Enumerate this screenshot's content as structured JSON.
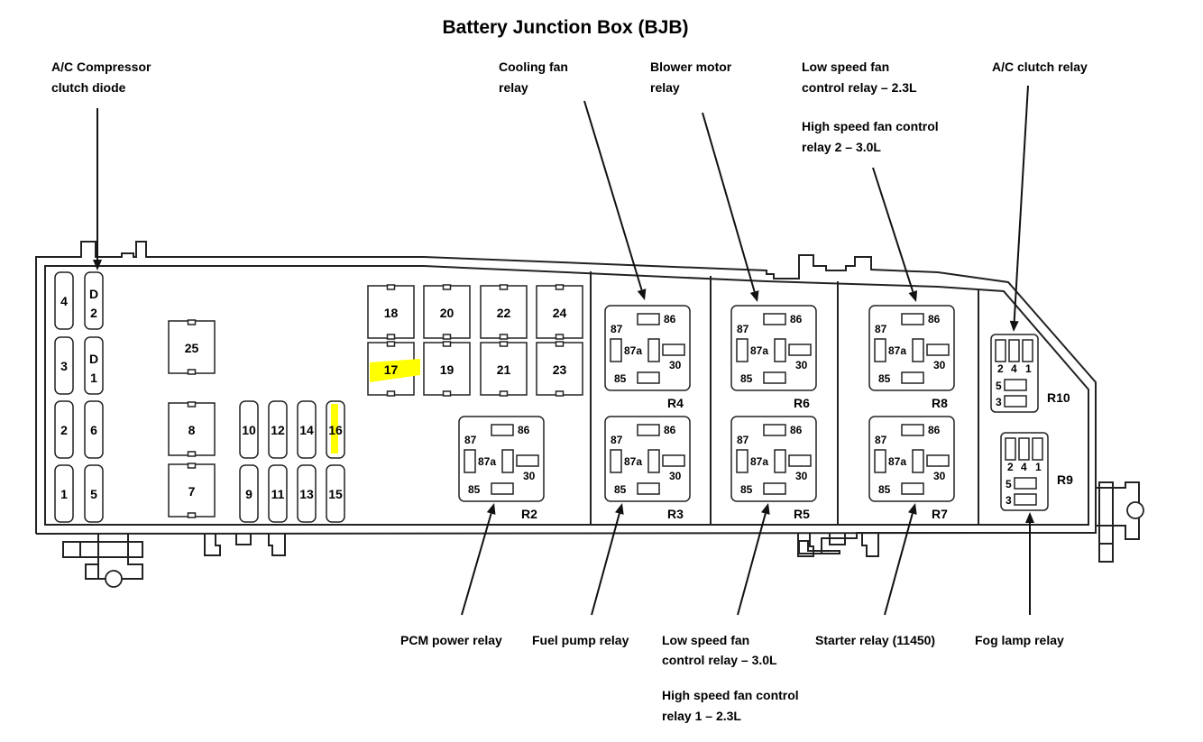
{
  "title": "Battery Junction Box (BJB)",
  "highlight_color": "#ffff00",
  "callouts_top": [
    {
      "id": "ac-compressor-clutch-diode",
      "lines": [
        "A/C Compressor",
        "clutch diode"
      ]
    },
    {
      "id": "cooling-fan-relay",
      "lines": [
        "Cooling fan",
        "relay"
      ]
    },
    {
      "id": "blower-motor-relay",
      "lines": [
        "Blower motor",
        "relay"
      ]
    },
    {
      "id": "low-speed-fan-control-relay-2-3l",
      "lines": [
        "Low speed fan",
        "control relay – 2.3L"
      ]
    },
    {
      "id": "high-speed-fan-control-relay-2-3-0l",
      "lines": [
        "High speed fan control",
        "relay 2 – 3.0L"
      ]
    },
    {
      "id": "ac-clutch-relay",
      "lines": [
        "A/C clutch relay"
      ]
    }
  ],
  "callouts_bottom": [
    {
      "id": "pcm-power-relay",
      "lines": [
        "PCM power relay"
      ]
    },
    {
      "id": "fuel-pump-relay",
      "lines": [
        "Fuel pump relay"
      ]
    },
    {
      "id": "low-speed-fan-control-relay-3-0l",
      "lines": [
        "Low speed fan",
        "control relay – 3.0L"
      ]
    },
    {
      "id": "high-speed-fan-control-relay-1-2-3l",
      "lines": [
        "High speed fan control",
        "relay 1 – 2.3L"
      ]
    },
    {
      "id": "starter-relay",
      "lines": [
        "Starter relay (11450)"
      ]
    },
    {
      "id": "fog-lamp-relay",
      "lines": [
        "Fog lamp relay"
      ]
    }
  ],
  "mini_fuses": [
    {
      "label": "4",
      "highlighted": false
    },
    {
      "label": "D2",
      "highlighted": false
    },
    {
      "label": "3",
      "highlighted": false
    },
    {
      "label": "D1",
      "highlighted": false
    },
    {
      "label": "2",
      "highlighted": false
    },
    {
      "label": "6",
      "highlighted": false
    },
    {
      "label": "1",
      "highlighted": false
    },
    {
      "label": "5",
      "highlighted": false
    },
    {
      "label": "10",
      "highlighted": false
    },
    {
      "label": "12",
      "highlighted": false
    },
    {
      "label": "14",
      "highlighted": false
    },
    {
      "label": "16",
      "highlighted": true
    },
    {
      "label": "9",
      "highlighted": false
    },
    {
      "label": "11",
      "highlighted": false
    },
    {
      "label": "13",
      "highlighted": false
    },
    {
      "label": "15",
      "highlighted": false
    }
  ],
  "maxi_fuses": [
    {
      "label": "25",
      "highlighted": false
    },
    {
      "label": "8",
      "highlighted": false
    },
    {
      "label": "7",
      "highlighted": false
    },
    {
      "label": "18",
      "highlighted": false
    },
    {
      "label": "20",
      "highlighted": false
    },
    {
      "label": "22",
      "highlighted": false
    },
    {
      "label": "24",
      "highlighted": false
    },
    {
      "label": "17",
      "highlighted": true
    },
    {
      "label": "19",
      "highlighted": false
    },
    {
      "label": "21",
      "highlighted": false
    },
    {
      "label": "23",
      "highlighted": false
    }
  ],
  "iso_relay_pins": {
    "p86": "86",
    "p87": "87",
    "p87a": "87a",
    "p30": "30",
    "p85": "85"
  },
  "iso_relays": [
    "R2",
    "R4",
    "R3",
    "R6",
    "R5",
    "R8",
    "R7"
  ],
  "micro_relay_pins": {
    "p2": "2",
    "p4": "4",
    "p1": "1",
    "p5": "5",
    "p3": "3"
  },
  "micro_relays": [
    "R10",
    "R9"
  ]
}
